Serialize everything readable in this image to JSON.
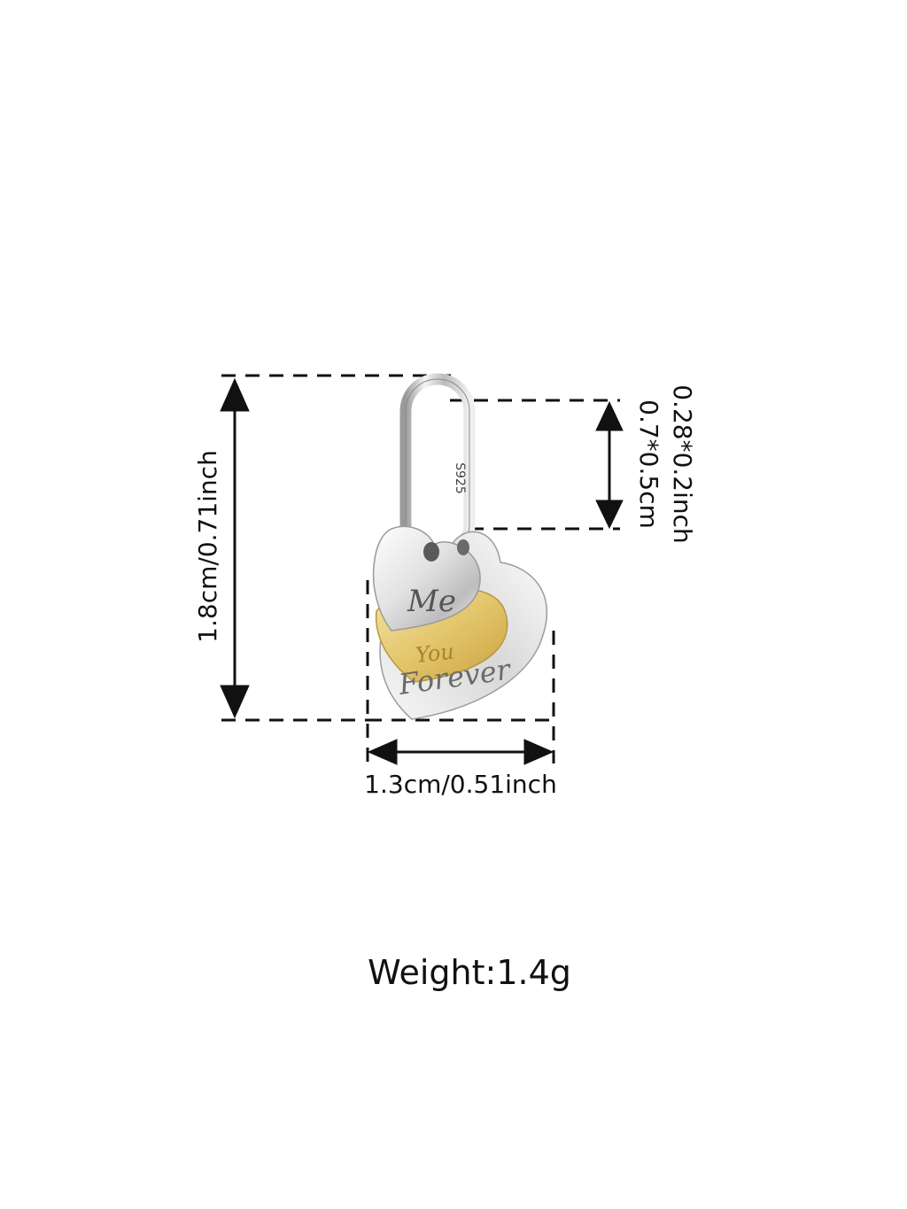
{
  "dimensions": {
    "height": "1.8cm/0.71inch",
    "width": "1.3cm/0.51inch",
    "bail_cm": "0.7*0.5cm",
    "bail_inch": "0.28*0.2inch"
  },
  "weight": "Weight:1.4g",
  "engravings": {
    "ring": "S925",
    "top_heart": "Me",
    "middle_heart": "You",
    "back_heart": "Forever"
  },
  "colors": {
    "silver": "#dcdcdc",
    "gold": "#e3c56a",
    "line": "#111111"
  }
}
